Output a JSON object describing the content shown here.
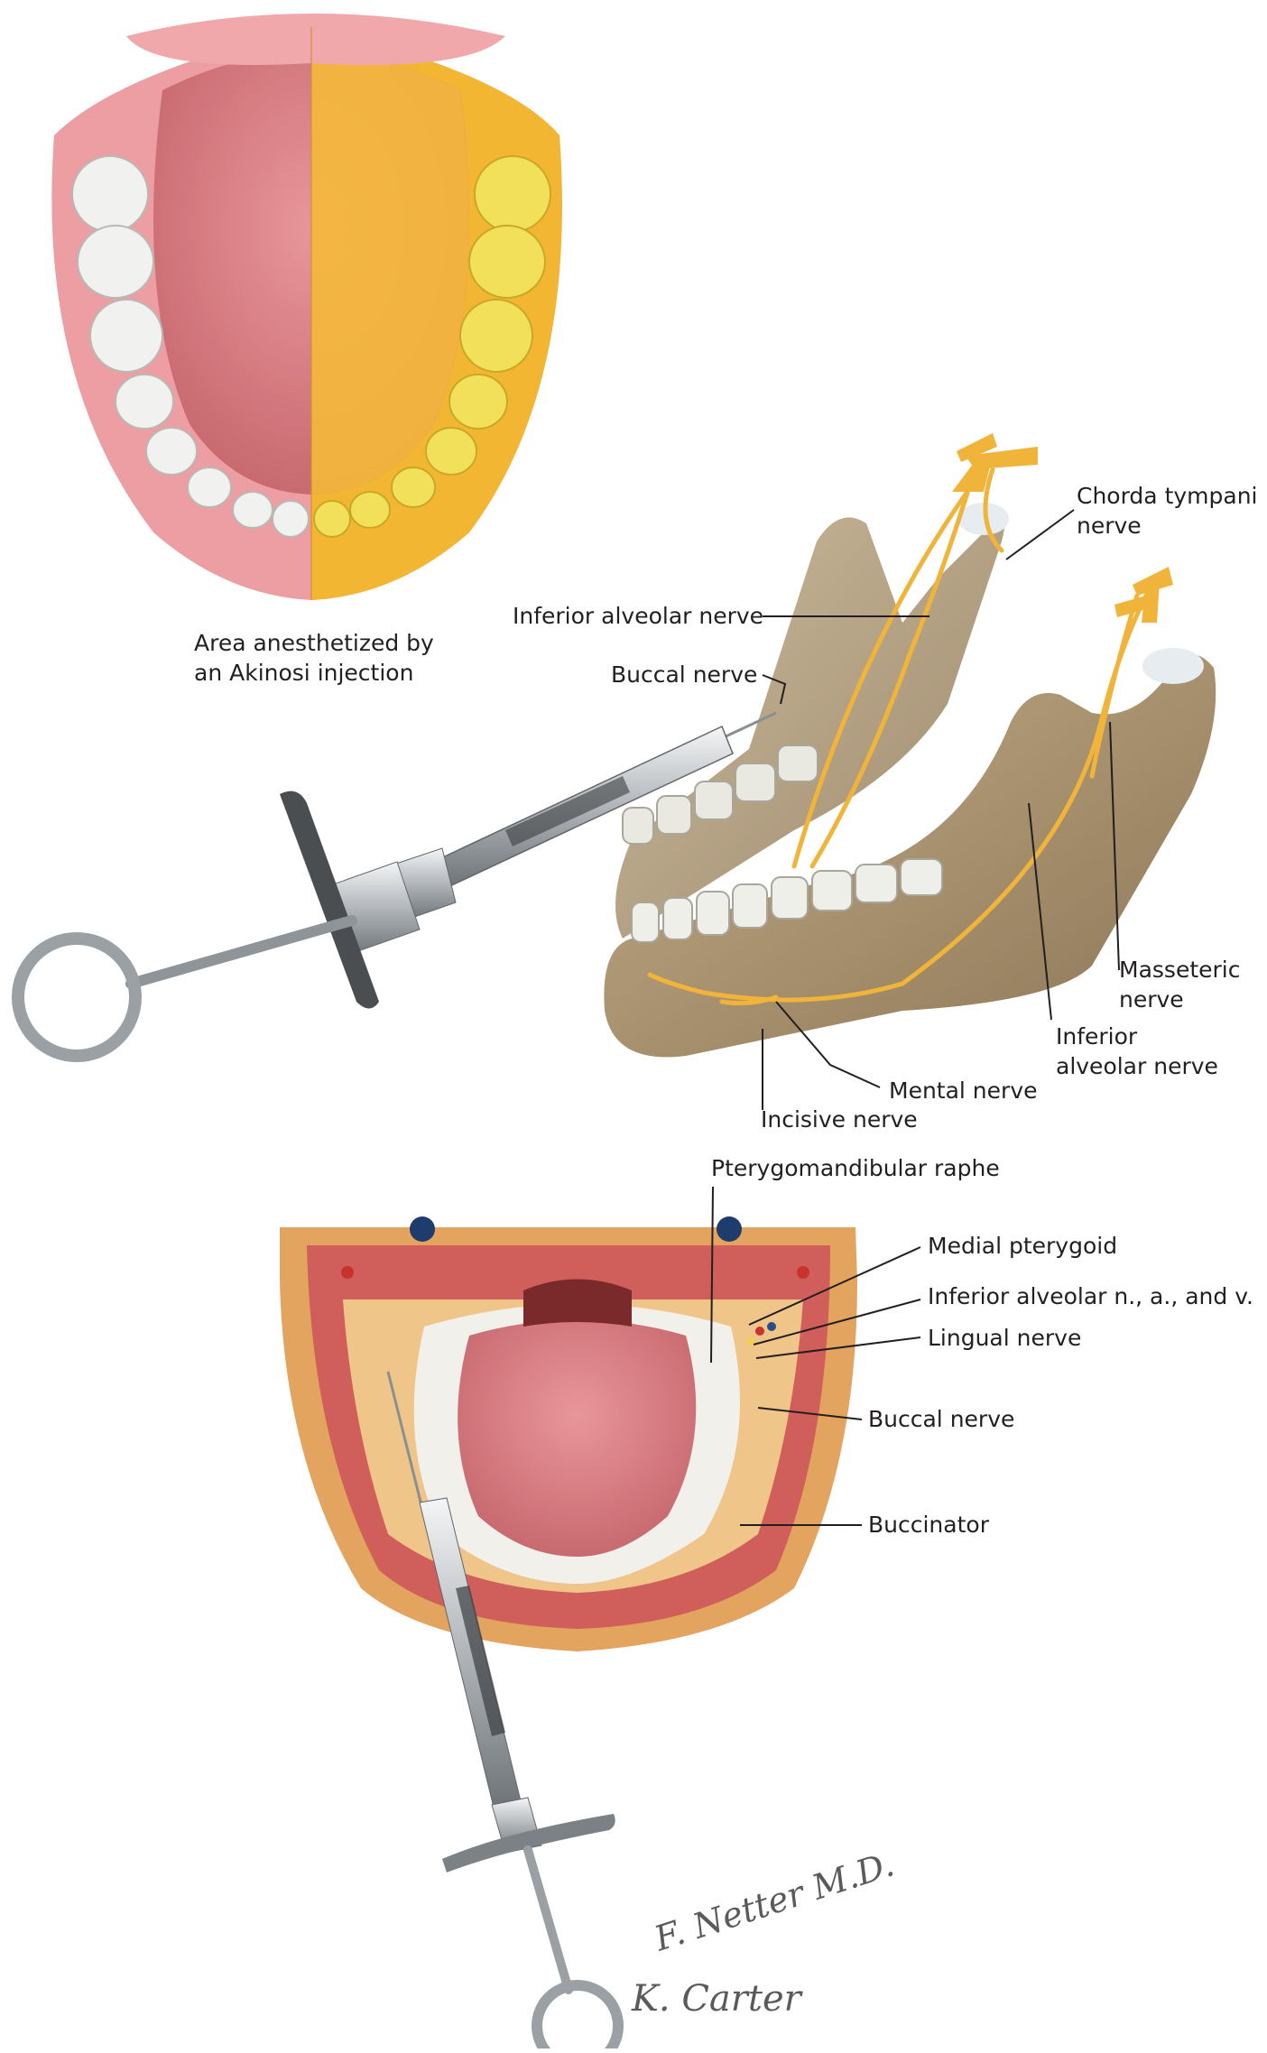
{
  "figure": {
    "caption_top": "Area anesthetized by\nan Akinosi injection",
    "labels": {
      "chorda_tympani": "Chorda tympani\nnerve",
      "inferior_alveolar_top": "Inferior alveolar nerve",
      "buccal_top": "Buccal nerve",
      "masseteric": "Masseteric\nnerve",
      "inferior_alveolar_right": "Inferior\nalveolar nerve",
      "mental": "Mental nerve",
      "incisive": "Incisive nerve",
      "pterygomandibular_raphe": "Pterygomandibular raphe",
      "medial_pterygoid": "Medial pterygoid",
      "inferior_alveolar_nav": "Inferior alveolar n., a., and v.",
      "lingual": "Lingual nerve",
      "buccal_bottom": "Buccal nerve",
      "buccinator": "Buccinator"
    },
    "signatures": {
      "netter": "F. Netter M.D.",
      "carter": "K. Carter"
    },
    "colors": {
      "anesthetized": "#f2b632",
      "gum": "#e8868a",
      "tongue": "#e07e84",
      "bone": "#a89270",
      "nerve": "#f0b43a",
      "label_line": "#231f20"
    }
  }
}
